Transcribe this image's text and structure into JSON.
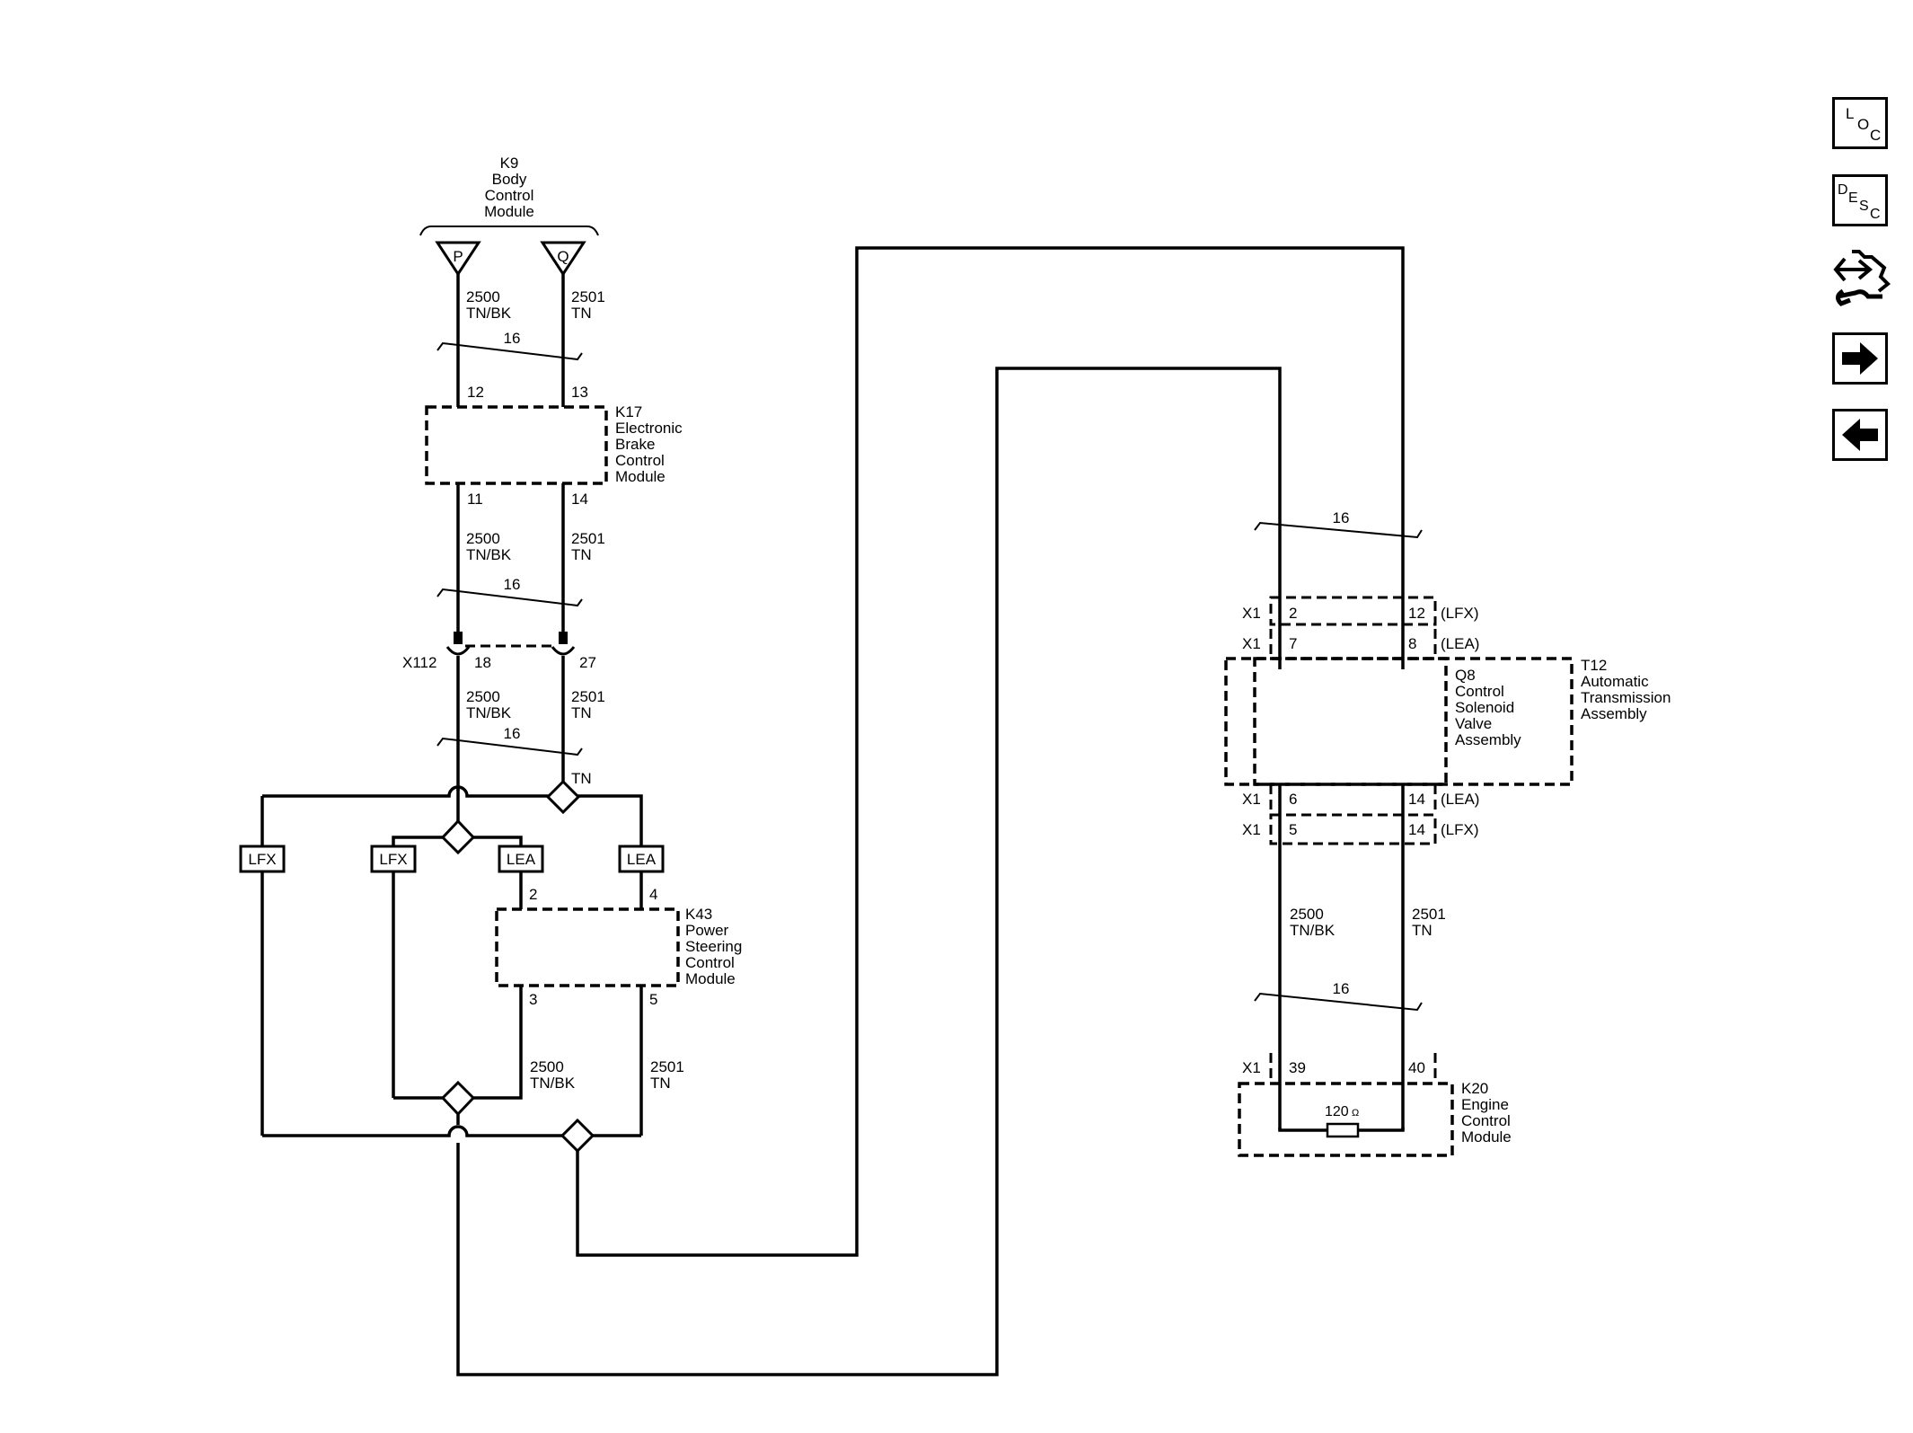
{
  "modules": {
    "k9": {
      "id": "K9",
      "name_lines": [
        "Body",
        "Control",
        "Module"
      ]
    },
    "k17": {
      "id": "K17",
      "name_lines": [
        "Electronic",
        "Brake",
        "Control",
        "Module"
      ]
    },
    "k43": {
      "id": "K43",
      "name_lines": [
        "Power",
        "Steering",
        "Control",
        "Module"
      ]
    },
    "q8": {
      "id": "Q8",
      "name_lines": [
        "Control",
        "Solenoid",
        "Valve",
        "Assembly"
      ]
    },
    "t12": {
      "id": "T12",
      "name_lines": [
        "Automatic",
        "Transmission",
        "Assembly"
      ]
    },
    "k20": {
      "id": "K20",
      "name_lines": [
        "Engine",
        "Control",
        "Module"
      ]
    }
  },
  "terminals": {
    "k9_p": "P",
    "k9_q": "Q",
    "k17_pins": [
      "12",
      "13",
      "11",
      "14"
    ],
    "x112": {
      "name": "X112",
      "pins": [
        "18",
        "27"
      ]
    },
    "k43_pins": [
      "2",
      "4",
      "3",
      "5"
    ],
    "x1_label": "X1",
    "t12_pins": [
      "2",
      "12",
      "7",
      "8",
      "6",
      "14",
      "5",
      "14"
    ],
    "t12_variants": [
      "(LFX)",
      "(LEA)",
      "(LEA)",
      "(LFX)"
    ],
    "k20_pins": [
      "39",
      "40"
    ]
  },
  "wires": {
    "circuit_a": "2500",
    "color_a": "TN/BK",
    "circuit_b": "2501",
    "color_b": "TN",
    "gauge": "16"
  },
  "options": {
    "lfx": "LFX",
    "lea": "LEA"
  },
  "tn_label": "TN",
  "resistor": {
    "value": "120",
    "unit": "Ω"
  },
  "nav": {
    "loc": [
      "L",
      "O",
      "C"
    ],
    "desc": [
      "D",
      "E",
      "S",
      "C"
    ],
    "service_icon": "connector-wrench-icon",
    "next_icon": "arrow-right-icon",
    "back_icon": "arrow-left-icon"
  }
}
